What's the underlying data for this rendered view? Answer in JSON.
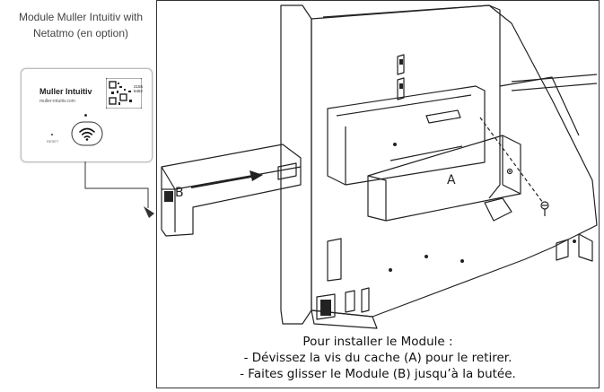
{
  "module_caption": {
    "line1": "Module Muller Intuitiv with",
    "line2": "Netatmo (en option)"
  },
  "module_card": {
    "brand": "Muller Intuitiv",
    "url": "muller-intuitiv.com",
    "reset": "RESET",
    "code_line1": "2155",
    "code_line2": "5462"
  },
  "labels": {
    "a": "A",
    "b": "B"
  },
  "instructions": {
    "title": "Pour installer le Module :",
    "step1": "- Dévissez la vis du cache (A) pour le retirer.",
    "step2": "- Faites glisser le Module (B) jusqu’à la butée."
  },
  "icons": [
    "wifi-icon",
    "qr-code",
    "arrow-right-icon",
    "screw-icon"
  ],
  "colors": {
    "line": "#222222",
    "frame": "#333333",
    "background": "#ffffff"
  }
}
